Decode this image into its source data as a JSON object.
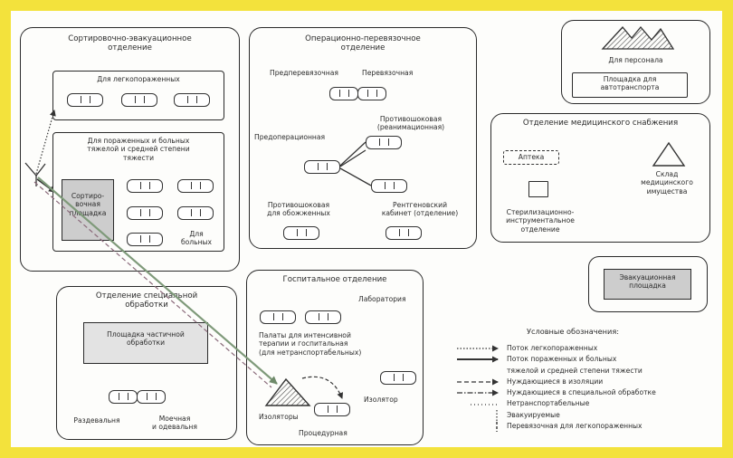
{
  "sorting_dept": {
    "title": [
      "Сортировочно-эвакуационное",
      "отделение"
    ],
    "light_area": {
      "title": "Для легкопораженных"
    },
    "severe_area": {
      "title": [
        "Для пораженных и больных",
        "тяжелой и средней степени",
        "тяжести"
      ],
      "sorting_site": [
        "Сортиро-",
        "вочная",
        "площадка"
      ],
      "sick_label": [
        "Для",
        "больных"
      ]
    }
  },
  "operating_dept": {
    "title": [
      "Операционно-перевязочное",
      "отделение"
    ],
    "pre_dressing": "Предперевязочная",
    "dressing": "Перевязочная",
    "antishock_icu": [
      "Противошоковая",
      "(реанимационная)"
    ],
    "pre_operating": "Предоперационная",
    "antishock_burns": [
      "Противошоковая",
      "для обожженных"
    ],
    "xray": [
      "Рентгеновский",
      "кабинет (отделение)"
    ]
  },
  "staff_area": {
    "label": "Для персонала",
    "vehicle_site": [
      "Площадка для",
      "автотранспорта"
    ]
  },
  "supply_dept": {
    "title": "Отделение медицинского снабжения",
    "pharmacy": "Аптека",
    "warehouse": [
      "Склад",
      "медицинского",
      "имущества"
    ],
    "sterilization": [
      "Стерилизационно-",
      "инструментальное",
      "отделение"
    ]
  },
  "evac_site": {
    "label": [
      "Эвакуационная",
      "площадка"
    ]
  },
  "special_treatment_dept": {
    "title": [
      "Отделение специальной",
      "обработки"
    ],
    "partial_site": [
      "Площадка частичной",
      "обработки"
    ],
    "undressing": "Раздевальня",
    "washing": [
      "Моечная",
      "и одевальня"
    ]
  },
  "hospital_dept": {
    "title": "Госпитальное отделение",
    "lab": "Лаборатория",
    "wards": [
      "Палаты для интенсивной",
      "терапии и госпитальная",
      "(для нетранспортабельных)"
    ],
    "isolator": "Изолятор",
    "isolators": "Изоляторы",
    "procedure": "Процедурная"
  },
  "legend": {
    "title": "Условные обозначения:",
    "lines": [
      "Поток легкопораженных",
      "Поток пораженных и больных",
      "тяжелой и средней степени тяжести",
      "Нуждающиеся в изоляции",
      "Нуждающиеся в специальной обработке",
      "Нетранспортабельные",
      "Эвакуируемые",
      "Перевязочная для легкопораженных"
    ]
  },
  "colors": {
    "frame": "#f3e23c",
    "lines": "#2a2a2a",
    "site_fill": "#cdcdcd",
    "flow_arrow": "#7f9a7a"
  }
}
